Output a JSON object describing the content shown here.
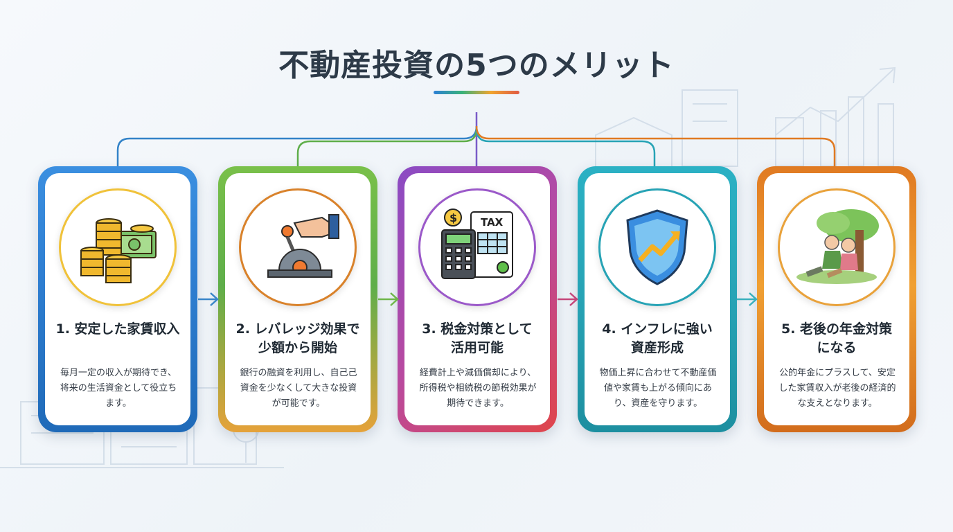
{
  "title": "不動産投資の5つのメリット",
  "colors": {
    "blue": "#2f7fd2",
    "green": "#5fae4a",
    "purple": "#8a4bc4",
    "red": "#d94452",
    "teal": "#27a3b5",
    "orange": "#e07a22",
    "title_text": "#2d3a48"
  },
  "cards": [
    {
      "title": "1. 安定した家賃収入",
      "description": "毎月一定の収入が期待でき、将来の生活資金として役立ちます。",
      "icon": "coins-and-cash-icon"
    },
    {
      "title": "2. レバレッジ効果で\n少額から開始",
      "description": "銀行の融資を利用し、自己己資金を少なくして大きな投資が可能です。",
      "icon": "hand-lever-icon"
    },
    {
      "title": "3. 税金対策として\n活用可能",
      "description": "経費計上や減価償却により、所得税や相続税の節税効果が期待できます。",
      "icon": "tax-calculator-icon"
    },
    {
      "title": "4. インフレに強い\n資産形成",
      "description": "物価上昇に合わせて不動産価値や家賃も上がる傾向にあり、資産を守ります。",
      "icon": "shield-growth-icon"
    },
    {
      "title": "5. 老後の年金対策\nになる",
      "description": "公的年金にプラスして、安定した家賃収入が老後の経済的な支えとなります。",
      "icon": "elderly-couple-icon"
    }
  ]
}
